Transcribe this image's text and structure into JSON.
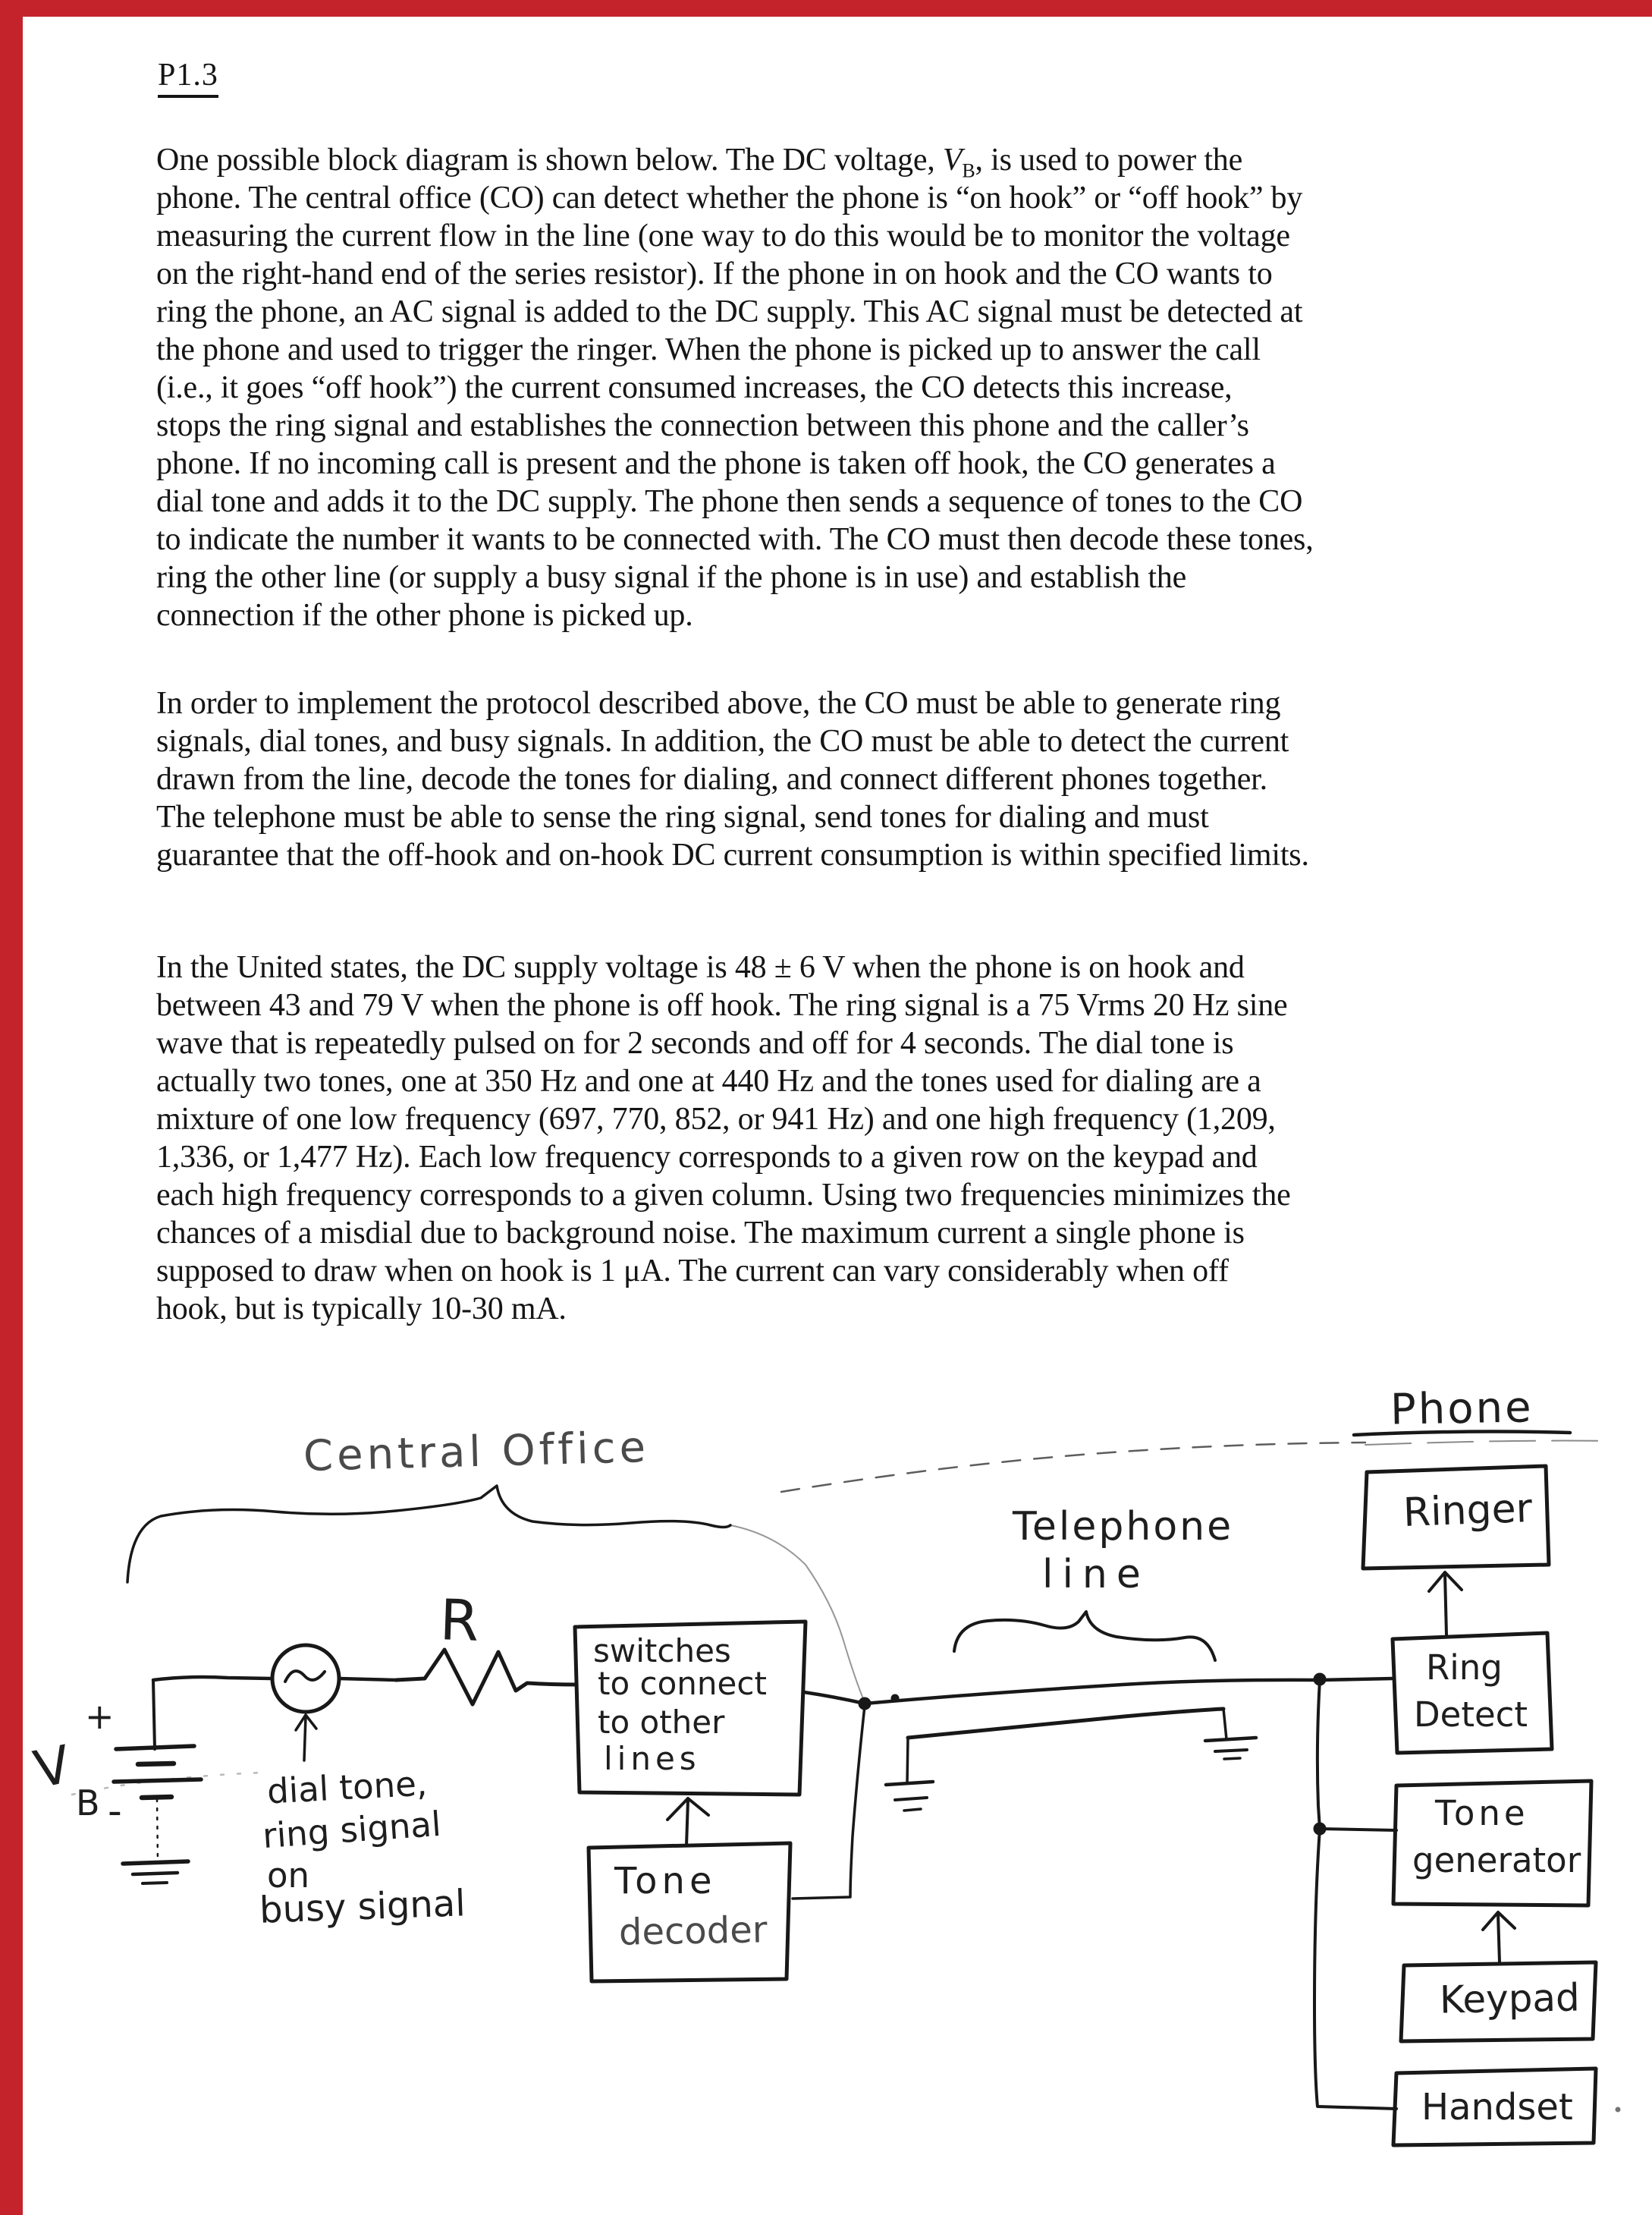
{
  "page_title": "P1.3",
  "colors": {
    "edge_red": "#c4232c",
    "ink": "#181818"
  },
  "paragraphs": [
    {
      "lines": [
        "One possible block diagram is shown below. The DC voltage, V~B~, is used to power the",
        "phone. The central office (CO) can detect whether the phone is “on hook” or “off hook” by",
        "measuring the current flow in the line (one way to do this would be to monitor the voltage",
        "on the right-hand end of the series resistor). If the phone in on hook and the CO wants to",
        "ring the phone, an AC signal is added to the DC supply. This AC signal must be detected at",
        "the phone and used to trigger the ringer. When the phone is picked up to answer the call",
        "(i.e., it goes “off hook”) the current consumed increases, the CO detects this increase,",
        "stops the ring signal and establishes the connection between this phone and the caller’s",
        "phone. If no incoming call is present and the phone is taken off hook, the CO generates a",
        "dial tone and adds it to the DC supply. The phone then sends a sequence of tones to the CO",
        "to indicate the number it wants to be connected with. The CO must then decode these tones,",
        "ring the other line (or supply a busy signal if the phone is in use) and establish the",
        "connection if the other phone is picked up."
      ]
    },
    {
      "lines": [
        "In order to implement the protocol described above, the CO must be able to generate ring",
        "signals, dial tones, and busy signals. In addition, the CO must be able to detect the current",
        "drawn from the line, decode the tones for dialing, and connect different phones together.",
        "The telephone must be able to sense the ring signal, send tones for dialing and must",
        "guarantee that the off-hook and on-hook DC current consumption is within specified limits."
      ]
    },
    {
      "lines": [
        "In the United states, the DC supply voltage is 48 ± 6 V when the phone is on hook and",
        "between 43 and 79 V when the phone is off hook. The ring signal is a 75 Vrms 20 Hz sine",
        "wave that is repeatedly pulsed on for 2 seconds and off for 4 seconds. The dial tone is",
        "actually two tones, one at 350 Hz and one at 440 Hz and the tones used for dialing are a",
        "mixture of one low frequency (697, 770, 852, or 941 Hz) and one high frequency (1,209,",
        "1,336, or 1,477 Hz). Each low frequency corresponds to a given row on the keypad and",
        "each high frequency corresponds to a given column. Using two frequencies minimizes the",
        "chances of a misdial due to background noise. The maximum current a single phone is",
        "supposed to draw when on hook is 1 μA. The current can vary considerably when off",
        "hook, but is typically 10-30 mA."
      ]
    }
  ],
  "diagram": {
    "central_office": "Central Office",
    "phone": "Phone",
    "telephone_line": [
      "Telephone",
      "line"
    ],
    "r_label": "R",
    "vb": {
      "v": "V",
      "b": "B"
    },
    "plus_sign": "+",
    "minus_sign": "-",
    "source_annotation": [
      "dial tone,",
      "ring signal",
      "on",
      "busy signal"
    ],
    "boxes": {
      "switches": [
        "switches",
        "to connect",
        "to other",
        "lines"
      ],
      "tone_decoder": [
        "Tone",
        "decoder"
      ],
      "ringer": "Ringer",
      "ring_detect": [
        "Ring",
        "Detect"
      ],
      "tone_generator": [
        "Tone",
        "generator"
      ],
      "keypad": "Keypad",
      "handset": "Handset"
    }
  }
}
